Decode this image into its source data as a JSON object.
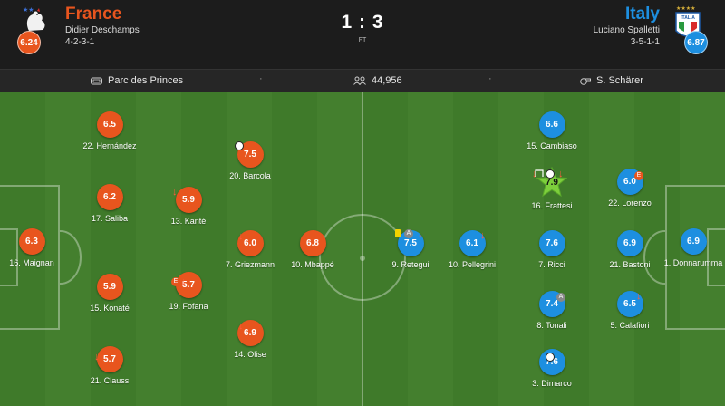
{
  "home": {
    "name": "France",
    "coach": "Didier Deschamps",
    "formation": "4-2-3-1",
    "rating": "6.24",
    "color": "#e8551e"
  },
  "away": {
    "name": "Italy",
    "coach": "Luciano Spalletti",
    "formation": "3-5-1-1",
    "rating": "6.87",
    "color": "#1d8fe0"
  },
  "score": "1 : 3",
  "status": "FT",
  "info": {
    "stadium": "Parc des Princes",
    "attendance": "44,956",
    "referee": "S. Schärer",
    "separator": "·"
  },
  "players": [
    {
      "team": "fra",
      "rating": "6.3",
      "label": "16. Maignan"
    },
    {
      "team": "fra",
      "rating": "6.5",
      "label": "22. Hernández"
    },
    {
      "team": "fra",
      "rating": "6.2",
      "label": "17. Saliba"
    },
    {
      "team": "fra",
      "rating": "5.9",
      "label": "15. Konaté"
    },
    {
      "team": "fra",
      "rating": "5.7",
      "label": "21. Clauss"
    },
    {
      "team": "fra",
      "rating": "5.9",
      "label": "13. Kanté"
    },
    {
      "team": "fra",
      "rating": "5.7",
      "label": "19. Fofana"
    },
    {
      "team": "fra",
      "rating": "7.5",
      "label": "20. Barcola"
    },
    {
      "team": "fra",
      "rating": "6.0",
      "label": "7. Griezmann"
    },
    {
      "team": "fra",
      "rating": "6.9",
      "label": "14. Olise"
    },
    {
      "team": "fra",
      "rating": "6.8",
      "label": "10. Mbappé"
    },
    {
      "team": "ita",
      "rating": "6.9",
      "label": "1. Donnarumma"
    },
    {
      "team": "ita",
      "rating": "6.0",
      "label": "22. Lorenzo"
    },
    {
      "team": "ita",
      "rating": "6.9",
      "label": "21. Bastoni"
    },
    {
      "team": "ita",
      "rating": "6.5",
      "label": "5. Calafiori"
    },
    {
      "team": "ita",
      "rating": "6.6",
      "label": "15. Cambiaso"
    },
    {
      "team": "ita",
      "rating": "7.9",
      "label": "16. Frattesi",
      "motm": true
    },
    {
      "team": "ita",
      "rating": "7.6",
      "label": "7. Ricci"
    },
    {
      "team": "ita",
      "rating": "7.4",
      "label": "8. Tonali"
    },
    {
      "team": "ita",
      "rating": "7.6",
      "label": "3. Dimarco"
    },
    {
      "team": "ita",
      "rating": "6.1",
      "label": "10. Pellegrini"
    },
    {
      "team": "ita",
      "rating": "7.5",
      "label": "9. Retegui"
    }
  ],
  "marker_glyphs": {
    "sub": "↓",
    "goal": "⚽",
    "own_goal": "E",
    "assist": "A"
  },
  "icons": [
    "rooster-crest-icon",
    "italy-crest-icon",
    "stadium-icon",
    "attendance-icon",
    "whistle-icon",
    "yellow-card-icon",
    "ball-icon",
    "substitution-arrow-icon",
    "own-goal-icon",
    "assist-icon",
    "goalpost-icon"
  ]
}
